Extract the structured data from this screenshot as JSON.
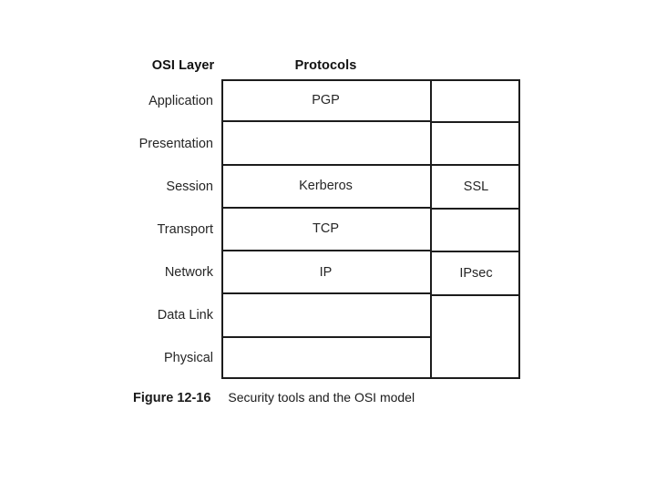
{
  "figure": {
    "headers": {
      "layer_column": "OSI Layer",
      "protocol_column": "Protocols"
    },
    "layers": [
      "Application",
      "Presentation",
      "Session",
      "Transport",
      "Network",
      "Data Link",
      "Physical"
    ],
    "protocols_primary": [
      "PGP",
      "",
      "Kerberos",
      "TCP",
      "IP",
      "",
      ""
    ],
    "protocols_secondary": [
      "",
      "",
      "SSL",
      "",
      "IPsec",
      ""
    ],
    "caption": {
      "label": "Figure 12-16",
      "text": "Security tools and the OSI model"
    },
    "colors": {
      "border": "#1c1c1c",
      "text": "#262626",
      "background": "#ffffff"
    }
  },
  "chart_data": {
    "type": "table",
    "title": "Security tools and the OSI model",
    "columns": [
      "OSI Layer",
      "Protocols",
      ""
    ],
    "rows": [
      [
        "Application",
        "PGP",
        ""
      ],
      [
        "Presentation",
        "",
        ""
      ],
      [
        "Session",
        "Kerberos",
        "SSL"
      ],
      [
        "Transport",
        "TCP",
        ""
      ],
      [
        "Network",
        "IP",
        "IPsec"
      ],
      [
        "Data Link",
        "",
        ""
      ],
      [
        "Physical",
        "",
        ""
      ]
    ],
    "notes": "Right-hand protocol column merges the Data Link and Physical rows into a single empty cell.",
    "grid": true,
    "legend": "none"
  }
}
